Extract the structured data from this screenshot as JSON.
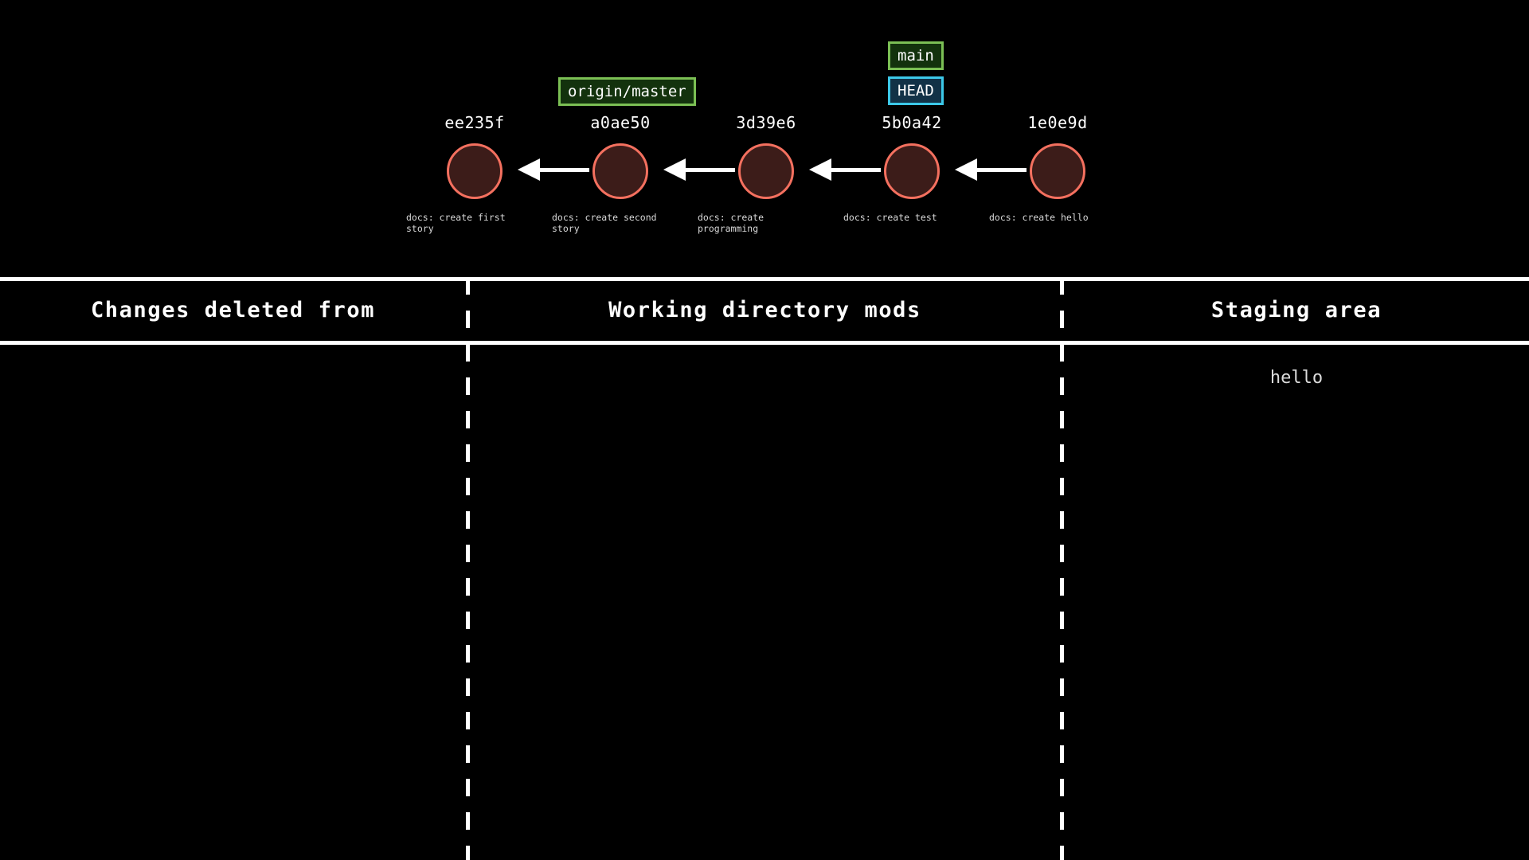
{
  "commit_graph": {
    "commits": [
      {
        "hash": "ee235f",
        "message": "docs: create first story",
        "circle_fill": "#3c1c19",
        "circle_border": "#f4705f"
      },
      {
        "hash": "a0ae50",
        "message": "docs: create second story",
        "circle_fill": "#3c1c19",
        "circle_border": "#f4705f"
      },
      {
        "hash": "3d39e6",
        "message": "docs: create programming",
        "circle_fill": "#3c1c19",
        "circle_border": "#f4705f"
      },
      {
        "hash": "5b0a42",
        "message": "docs: create test",
        "circle_fill": "#3c1c19",
        "circle_border": "#f4705f"
      },
      {
        "hash": "1e0e9d",
        "message": "docs: create hello",
        "circle_fill": "#3c1c19",
        "circle_border": "#f4705f"
      }
    ],
    "arrow_color": "#ffffff",
    "refs": [
      {
        "label": "origin/master",
        "kind": "remote-branch",
        "border_color": "#7bbf54",
        "background_color": "#13320d",
        "text_color": "#ffffff"
      },
      {
        "label": "main",
        "kind": "local-branch",
        "border_color": "#7bbf54",
        "background_color": "#13320d",
        "text_color": "#ffffff"
      },
      {
        "label": "HEAD",
        "kind": "head-pointer",
        "border_color": "#3cc8e8",
        "background_color": "#123247",
        "text_color": "#ffffff"
      }
    ]
  },
  "panels": {
    "columns": [
      {
        "header": "Changes deleted from",
        "items": []
      },
      {
        "header": "Working directory mods",
        "items": []
      },
      {
        "header": "Staging area",
        "items": [
          "hello"
        ]
      }
    ],
    "divider_color": "#ffffff",
    "rule_color": "#ffffff"
  }
}
